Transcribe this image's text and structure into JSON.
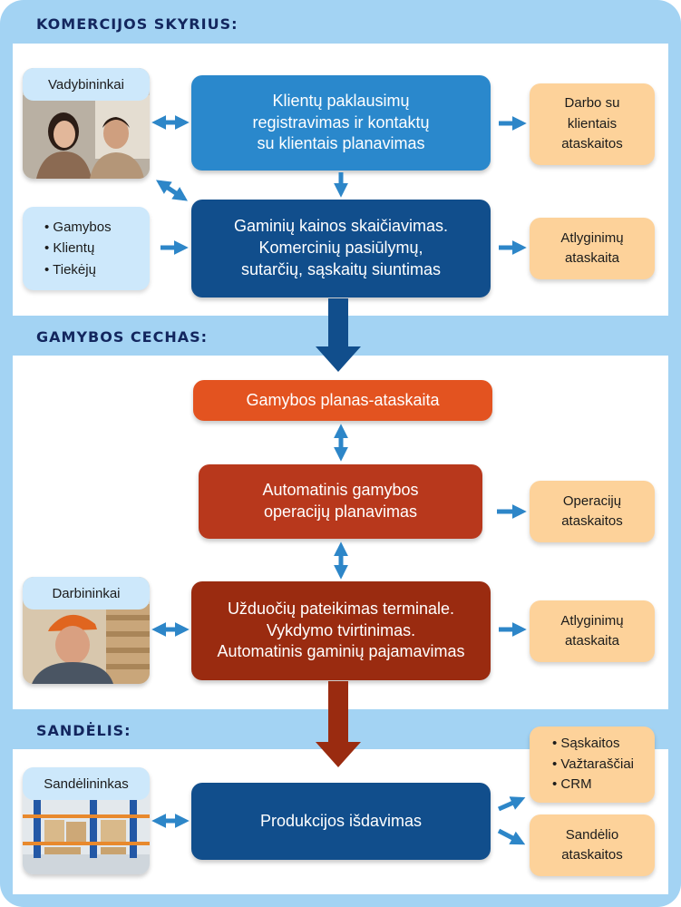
{
  "sections": {
    "commercial": {
      "title": "KOMERCIJOS SKYRIUS:"
    },
    "production": {
      "title": "GAMYBOS CECHAS:"
    },
    "warehouse": {
      "title": "SANDĖLIS:"
    }
  },
  "commercial": {
    "managers_label": "Vadybininkai",
    "source_items": [
      "Gamybos",
      "Klientų",
      "Tiekėjų"
    ],
    "box_requests": "Klientų paklausimų\nregistravimas ir kontaktų\nsu klientais planavimas",
    "box_pricing": "Gaminių kainos skaičiavimas.\nKomercinių pasiūlymų,\nsutarčių, sąskaitų siuntimas",
    "report_clients": "Darbo su\nklientais\nataskaitos",
    "report_salary": "Atlyginimų\nataskaita"
  },
  "production": {
    "box_plan": "Gamybos planas-ataskaita",
    "box_auto": "Automatinis gamybos\noperacijų planavimas",
    "box_terminal": "Užduočių pateikimas terminale.\nVykdymo tvirtinimas.\nAutomatinis gaminių pajamavimas",
    "workers_label": "Darbininkai",
    "report_operations": "Operacijų\nataskaitos",
    "report_salary": "Atlyginimų\nataskaita"
  },
  "warehouse": {
    "keeper_label": "Sandėlininkas",
    "box_issue": "Produkcijos išdavimas",
    "report_docs": [
      "Sąskaitos",
      "Važtaraščiai",
      "CRM"
    ],
    "report_warehouse": "Sandėlio\nataskaitos"
  },
  "colors": {
    "frame": "#a3d3f3",
    "title": "#13265e",
    "blue_light": "#2a88cc",
    "blue_dark": "#114e8c",
    "orange_red": "#e35320",
    "rust": "#b8381c",
    "rust_dark": "#9a2b10",
    "report": "#fdd29a",
    "info": "#cde8fb",
    "arrow": "#2d86c8"
  }
}
